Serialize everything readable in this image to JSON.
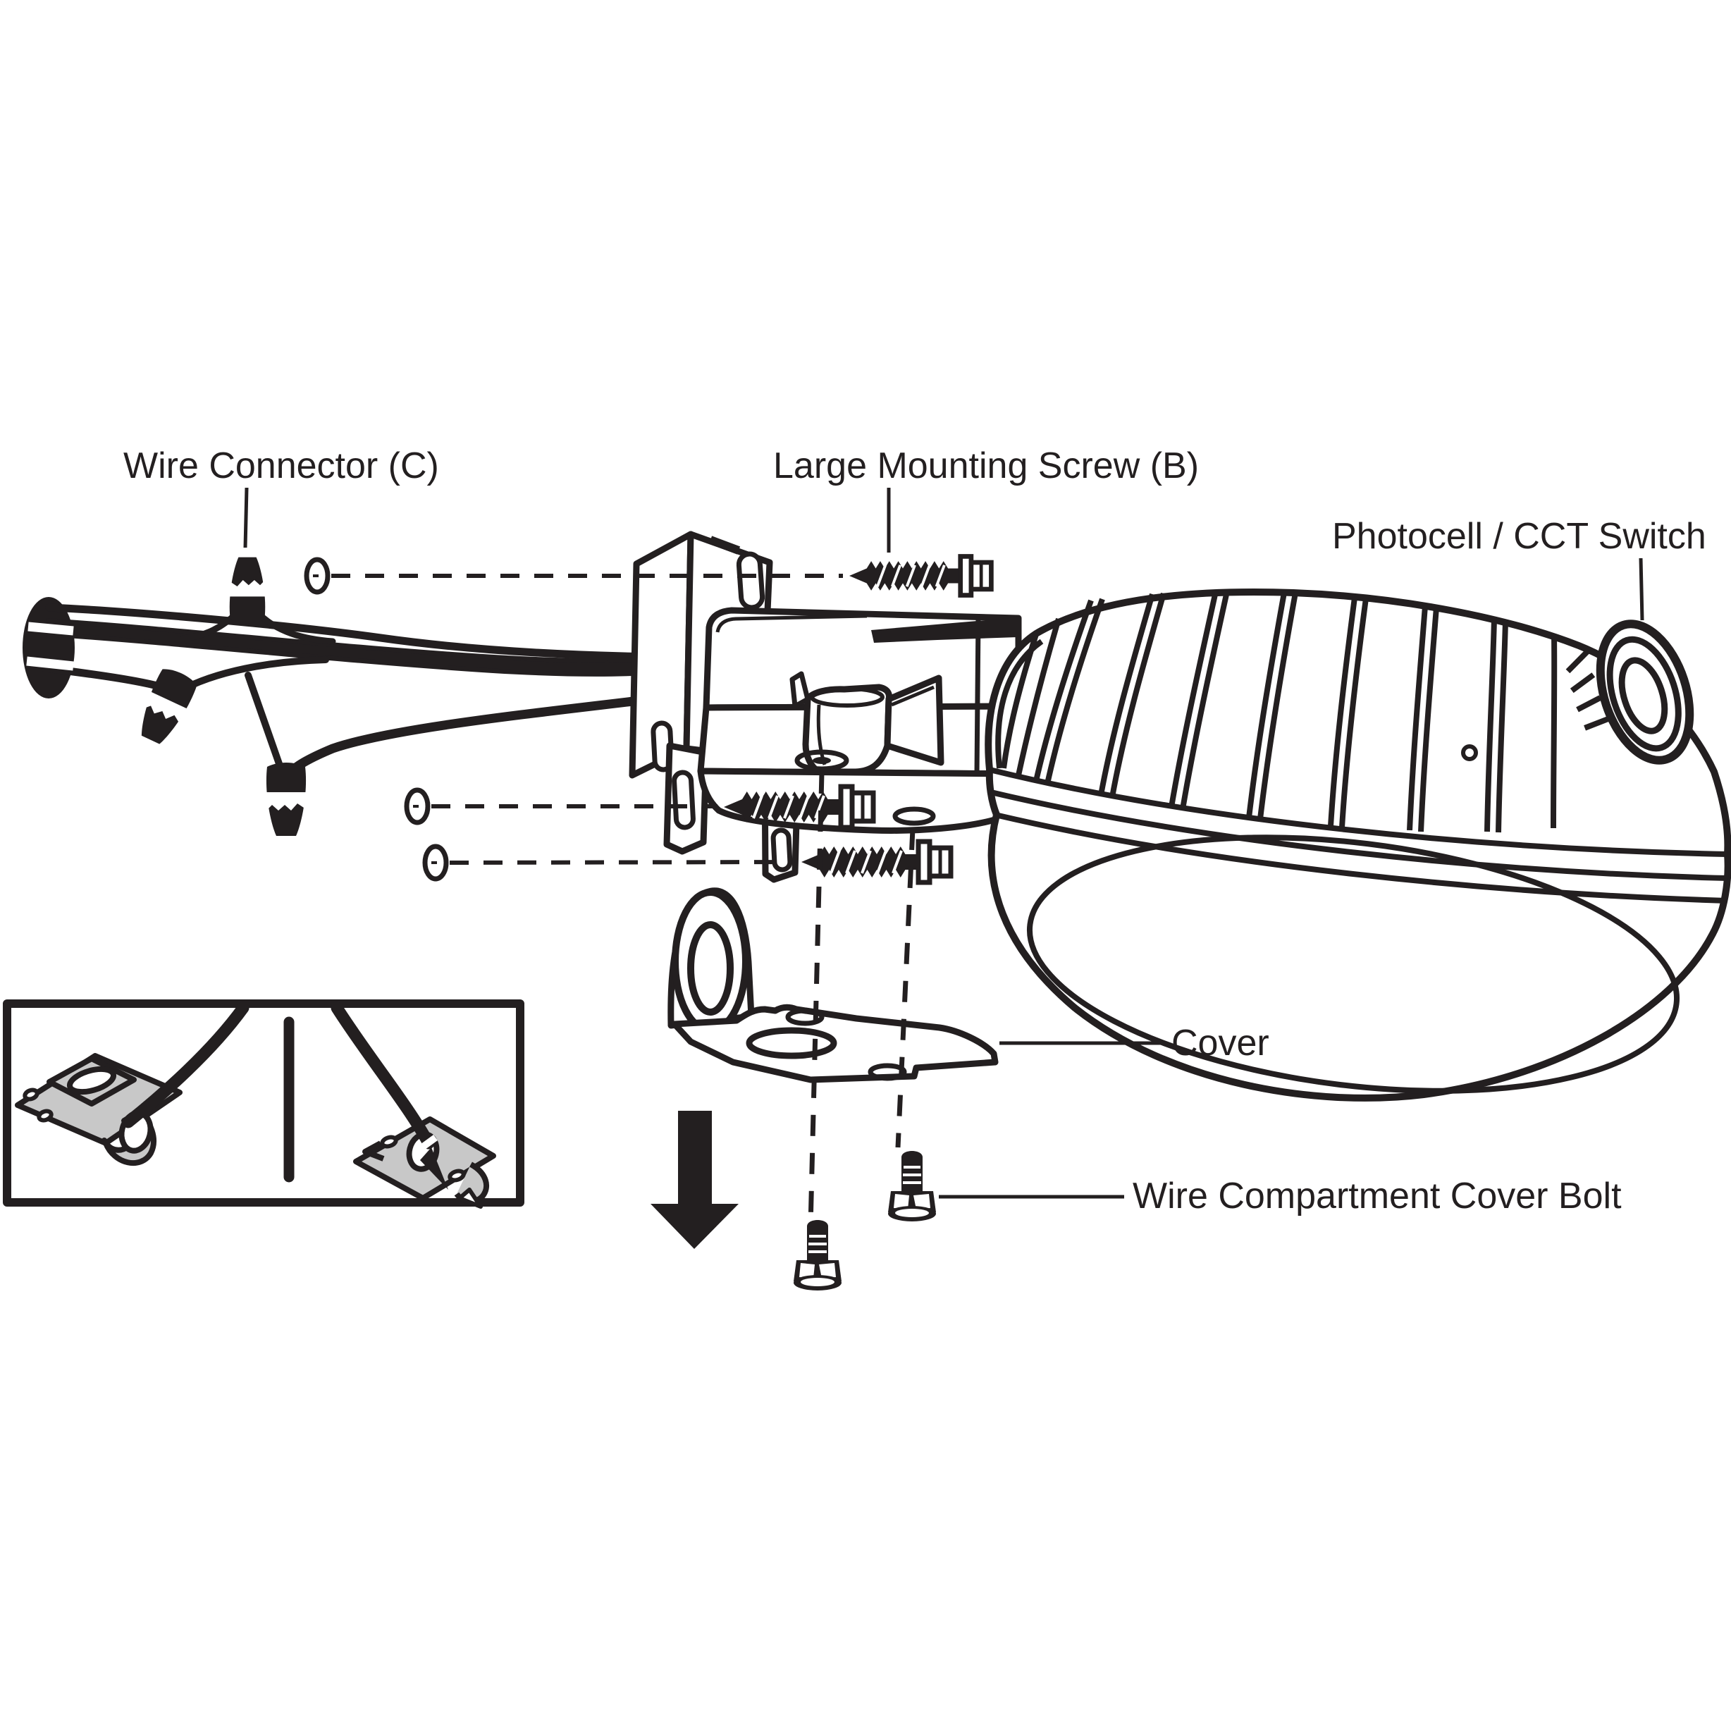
{
  "figure": {
    "type": "exploded-assembly-installation-diagram",
    "subject": "LED dusk-to-dawn barn / area light fixture mounting"
  },
  "colors": {
    "line": "#231f20",
    "background": "#ffffff",
    "plate_gray": "#c8c8c8",
    "conduit_gray": "#b2b2b2"
  },
  "labels": {
    "wire_connector": "Wire Connector (C)",
    "large_mounting_screw": "Large Mounting Screw (B)",
    "photocell": "Photocell / CCT Switch",
    "cover": "Cover",
    "wire_compartment_cover_bolt": "Wire Compartment Cover Bolt"
  },
  "parts": [
    "wall-grommet-with-supply-wires",
    "wire-connector-caps",
    "power-conduit",
    "mounting-bracket-with-keyhole-slots",
    "fixture-mounting-arm",
    "lamp-head-with-heat-sink-fins",
    "photocell-cct-switch",
    "large-mounting-screws",
    "wire-compartment-cover",
    "wire-compartment-cover-bolts",
    "installation-inset-detail",
    "down-direction-arrow"
  ]
}
